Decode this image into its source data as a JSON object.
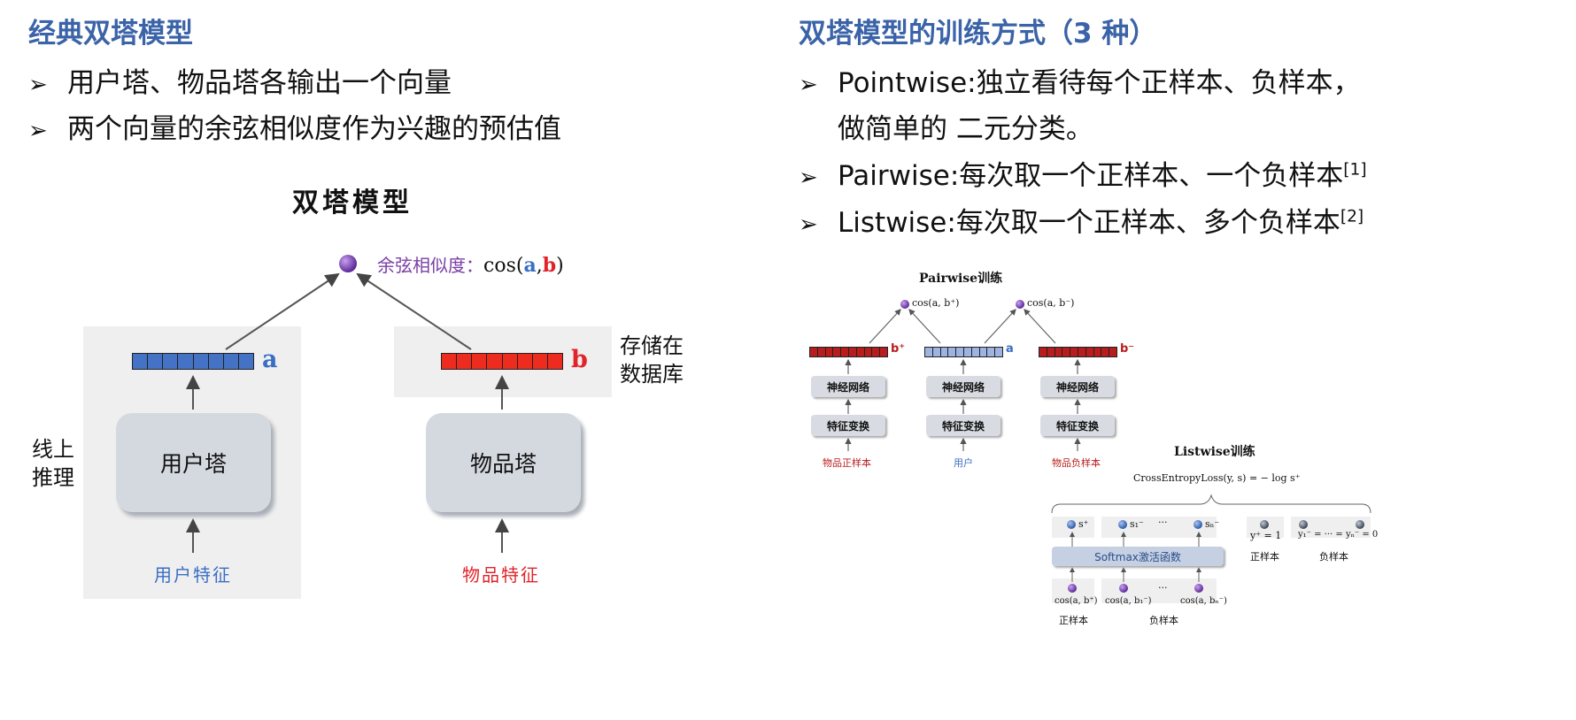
{
  "left": {
    "title": "经典双塔模型",
    "bullets": [
      "用户塔、物品塔各输出一个向量",
      "两个向量的余弦相似度作为兴趣的预估值"
    ],
    "diagram": {
      "title": "双塔模型",
      "cos_label": "余弦相似度：",
      "cos_expr_prefix": "cos(",
      "cos_a": "a",
      "cos_comma": ",",
      "cos_b": "b",
      "cos_suffix": ")",
      "vector_a_label": "a",
      "vector_b_label": "b",
      "user_tower": "用户塔",
      "item_tower": "物品塔",
      "user_features": "用户特征",
      "item_features": "物品特征",
      "online_inference_1": "线上",
      "online_inference_2": "推理",
      "stored_1": "存储在",
      "stored_2": "数据库"
    }
  },
  "right": {
    "title": "双塔模型的训练方式（3 种）",
    "bullets": [
      {
        "head": "Pointwise:",
        "text": "独立看待每个正样本、负样本，",
        "cont": "做简单的 二元分类。",
        "ref": ""
      },
      {
        "head": "Pairwise:",
        "text": "每次取一个正样本、一个负样本",
        "cont": "",
        "ref": "[1]"
      },
      {
        "head": "Listwise:",
        "text": "每次取一个正样本、多个负样本",
        "cont": "",
        "ref": "[2]"
      }
    ],
    "pairwise": {
      "title": "Pairwise训练",
      "cos_pos": "cos(a, b⁺)",
      "cos_neg": "cos(a, b⁻)",
      "bplus": "b⁺",
      "a": "a",
      "bminus": "b⁻",
      "nn": "神经网络",
      "ft": "特征变换",
      "pos_item": "物品正样本",
      "user": "用户",
      "neg_item": "物品负样本"
    },
    "listwise": {
      "title": "Listwise训练",
      "loss": "CrossEntropyLoss(y, s) = − log s⁺",
      "s_plus": "s⁺",
      "s1": "s₁⁻",
      "sn": "sₙ⁻",
      "dots": "···",
      "softmax": "Softmax激活函数",
      "cos_pos": "cos(a, b⁺)",
      "cos_1": "cos(a, b₁⁻)",
      "cos_n": "cos(a, bₙ⁻)",
      "pos_sample": "正样本",
      "neg_sample": "负样本",
      "y_plus": "y⁺ = 1",
      "y_neg": "y₁⁻ = ··· = yₙ⁻ = 0"
    }
  },
  "colors": {
    "title_blue": "#3b63a8",
    "vec_blue": "#4472c4",
    "vec_red": "#ee2b1f",
    "purple": "#7a3fa6",
    "dark_red": "#b81d1d",
    "light_blue": "#9db4e2"
  }
}
